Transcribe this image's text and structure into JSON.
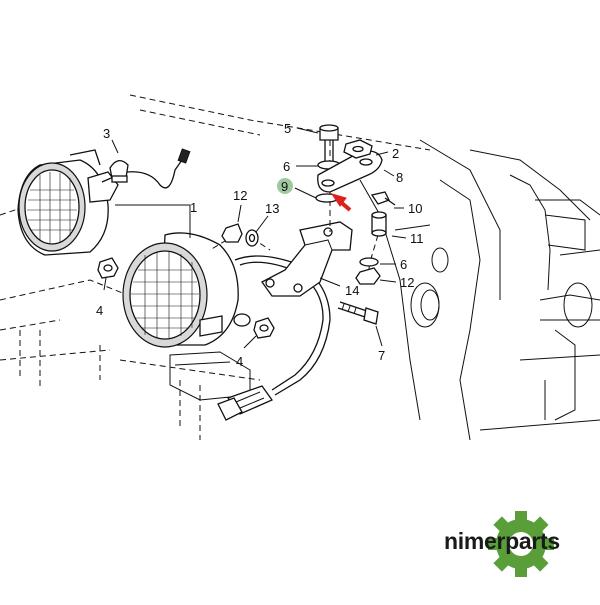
{
  "diagram": {
    "callouts": {
      "c1": "1",
      "c2": "2",
      "c3": "3",
      "c4a": "4",
      "c4b": "4",
      "c5": "5",
      "c6a": "6",
      "c6b": "6",
      "c7": "7",
      "c8": "8",
      "c9": "9",
      "c10": "10",
      "c11": "11",
      "c12a": "12",
      "c12b": "12",
      "c13": "13",
      "c14": "14"
    },
    "highlight_color": "#8fbf8f",
    "arrow_color": "#e0201b"
  },
  "brand": {
    "name": "nimerparts",
    "logo_color": "#5a9e3a"
  }
}
